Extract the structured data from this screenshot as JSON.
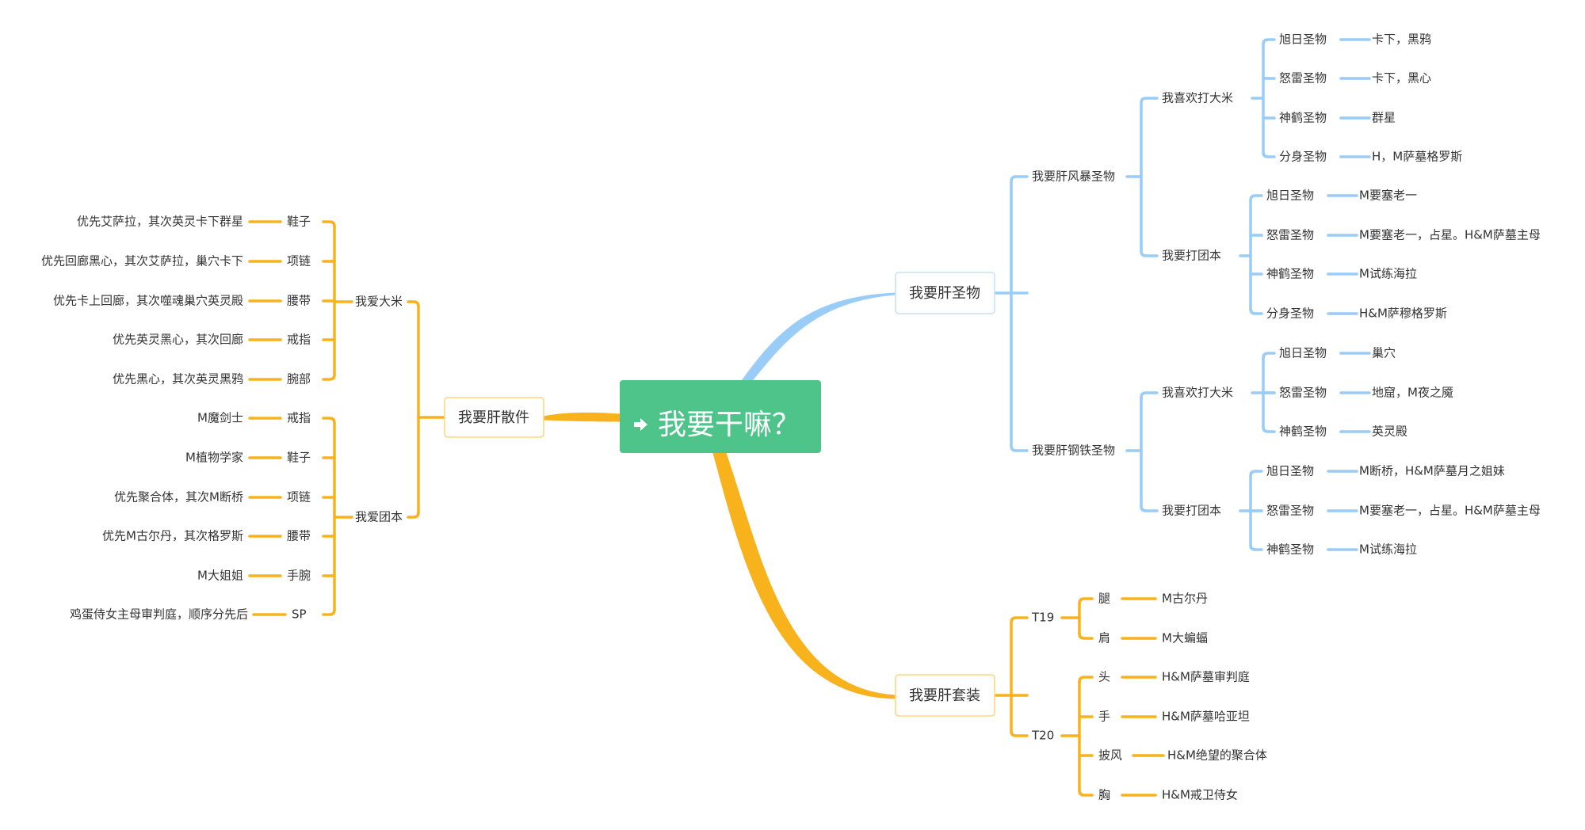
{
  "root": {
    "label": "我要干嘛？"
  },
  "colors": {
    "root_fill": "#4ec48a",
    "blue": "#99ccf7",
    "orange": "#f7b21c",
    "box_blue": "#c9e1f6",
    "box_orange": "#fbd67e"
  },
  "sanjian": {
    "title": "我要肝散件",
    "daimi": {
      "title": "我爱大米",
      "items": [
        {
          "slot": "鞋子",
          "text": "优先艾萨拉，其次英灵卡下群星"
        },
        {
          "slot": "项链",
          "text": "优先回廊黑心，其次艾萨拉，巢穴卡下"
        },
        {
          "slot": "腰带",
          "text": "优先卡上回廊，其次噬魂巢穴英灵殿"
        },
        {
          "slot": "戒指",
          "text": "优先英灵黑心，其次回廊"
        },
        {
          "slot": "腕部",
          "text": "优先黑心，其次英灵黑鸦"
        }
      ]
    },
    "tuanben": {
      "title": "我爱团本",
      "items": [
        {
          "slot": "戒指",
          "text": "M魔剑士"
        },
        {
          "slot": "鞋子",
          "text": "M植物学家"
        },
        {
          "slot": "项链",
          "text": "优先聚合体，其次M断桥"
        },
        {
          "slot": "腰带",
          "text": "优先M古尔丹，其次格罗斯"
        },
        {
          "slot": "手腕",
          "text": "M大姐姐"
        },
        {
          "slot": "SP",
          "text": "鸡蛋侍女主母审判庭，顺序分先后"
        }
      ]
    }
  },
  "shengwu": {
    "title": "我要肝圣物",
    "fengbao": {
      "title": "我要肝风暴圣物",
      "daimi": {
        "title": "我喜欢打大米",
        "items": [
          {
            "name": "旭日圣物",
            "text": "卡下，黑鸦"
          },
          {
            "name": "怒雷圣物",
            "text": "卡下，黑心"
          },
          {
            "name": "神鹤圣物",
            "text": "群星"
          },
          {
            "name": "分身圣物",
            "text": "H，M萨墓格罗斯"
          }
        ]
      },
      "tuanben": {
        "title": "我要打团本",
        "items": [
          {
            "name": "旭日圣物",
            "text": "M要塞老一"
          },
          {
            "name": "怒雷圣物",
            "text": "M要塞老一，占星。H&M萨墓主母"
          },
          {
            "name": "神鹤圣物",
            "text": "M试练海拉"
          },
          {
            "name": "分身圣物",
            "text": "H&M萨穆格罗斯"
          }
        ]
      }
    },
    "gangtie": {
      "title": "我要肝钢铁圣物",
      "daimi": {
        "title": "我喜欢打大米",
        "items": [
          {
            "name": "旭日圣物",
            "text": "巢穴"
          },
          {
            "name": "怒雷圣物",
            "text": "地窟，M夜之魇"
          },
          {
            "name": "神鹤圣物",
            "text": "英灵殿"
          }
        ]
      },
      "tuanben": {
        "title": "我要打团本",
        "items": [
          {
            "name": "旭日圣物",
            "text": "M断桥，H&M萨墓月之姐妹"
          },
          {
            "name": "怒雷圣物",
            "text": "M要塞老一，占星。H&M萨墓主母"
          },
          {
            "name": "神鹤圣物",
            "text": "M试练海拉"
          }
        ]
      }
    }
  },
  "taozhuang": {
    "title": "我要肝套装",
    "t19": {
      "title": "T19",
      "items": [
        {
          "slot": "腿",
          "text": "M古尔丹"
        },
        {
          "slot": "肩",
          "text": "M大蝙蝠"
        }
      ]
    },
    "t20": {
      "title": "T20",
      "items": [
        {
          "slot": "头",
          "text": "H&M萨墓审判庭"
        },
        {
          "slot": "手",
          "text": "H&M萨墓哈亚坦"
        },
        {
          "slot": "披风",
          "text": "H&M绝望的聚合体"
        },
        {
          "slot": "胸",
          "text": "H&M戒卫侍女"
        }
      ]
    }
  }
}
